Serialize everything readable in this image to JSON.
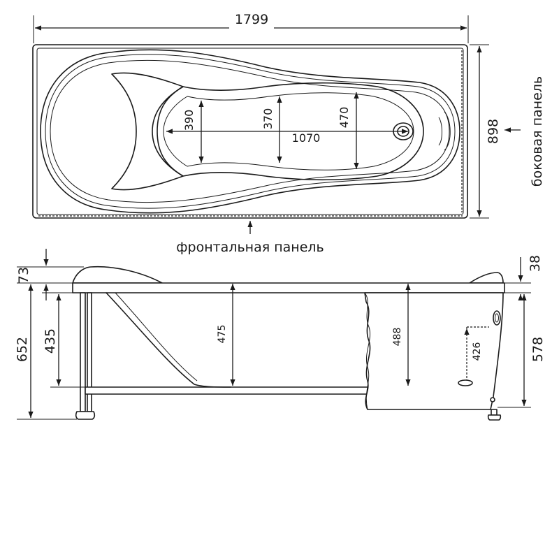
{
  "top_view": {
    "overall_length": "1799",
    "overall_width": "898",
    "inner_length": "1070",
    "width_near_headrest": "390",
    "width_middle": "370",
    "width_near_drain": "470",
    "side_panel_label": "боковая панель",
    "front_panel_label": "фронтальная панель"
  },
  "side_view": {
    "headrest_height": "73",
    "rim_thickness": "38",
    "total_height": "652",
    "leg_height": "435",
    "depth_head_end": "475",
    "depth_foot_end": "488",
    "drain_height": "426",
    "body_height": "578"
  }
}
